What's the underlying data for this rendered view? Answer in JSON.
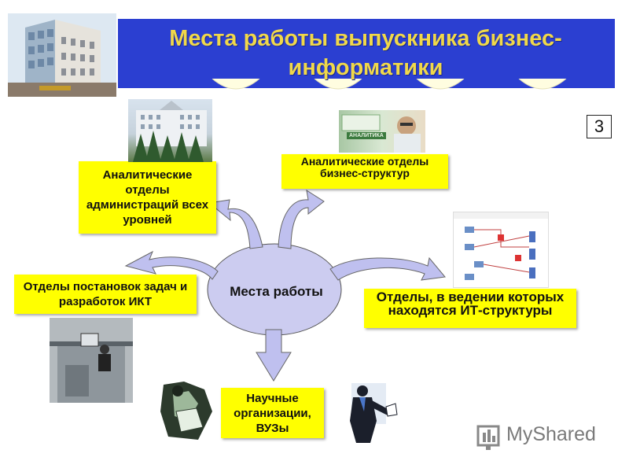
{
  "slide": {
    "title_line1": "Места работы выпускника бизнес-",
    "title_line2": "информатики",
    "slide_number": "3"
  },
  "diagram": {
    "center": "Места работы",
    "nodes": {
      "admin": "Аналитические отделы администраций всех уровней",
      "business": "Аналитические отделы бизнес-структур",
      "ict": "Отделы постановок задач и разработок ИКТ",
      "it": "Отделы, в ведении которых находятся ИТ-структуры",
      "science": "Научные организации, ВУЗы"
    }
  },
  "images": {
    "analytic_tag": "АНАЛИТИКА"
  },
  "watermark": {
    "text": "MyShared"
  },
  "colors": {
    "title_band": "#2b3fd1",
    "title_text": "#f0d84a",
    "box_fill": "#ffff00",
    "ellipse_fill": "#ccccf0",
    "arrow_fill": "#bfc0ef"
  }
}
